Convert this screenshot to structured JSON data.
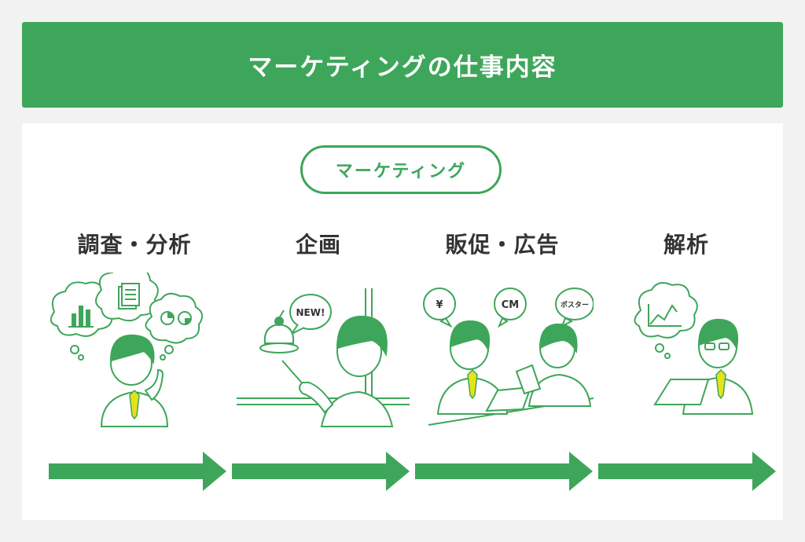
{
  "header": {
    "title": "マーケティングの仕事内容"
  },
  "category": {
    "label": "マーケティング"
  },
  "stages": [
    {
      "title": "調査・分析"
    },
    {
      "title": "企画",
      "bubble": "NEW!"
    },
    {
      "title": "販促・広告",
      "bubbles": [
        "¥",
        "CM",
        "ポスター"
      ]
    },
    {
      "title": "解析"
    }
  ],
  "colors": {
    "accent": "#3ea65a",
    "text": "#333333",
    "panel": "#ffffff",
    "background": "#f2f2f2",
    "tie": "#e5e21a"
  }
}
